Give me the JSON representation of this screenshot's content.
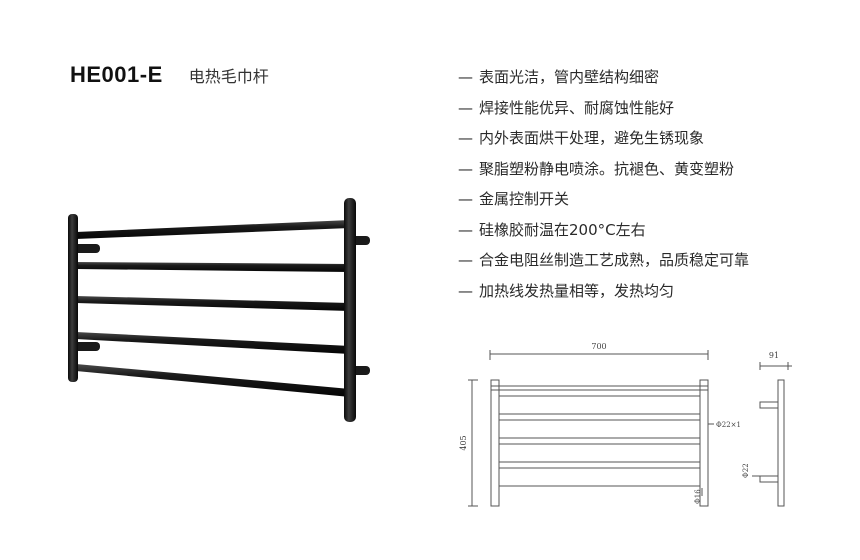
{
  "header": {
    "model": "HE001-E",
    "product_name": "电热毛巾杆"
  },
  "features": [
    "表面光洁，管内壁结构细密",
    "焊接性能优异、耐腐蚀性能好",
    "内外表面烘干处理，避免生锈现象",
    "聚脂塑粉静电喷涂。抗褪色、黄变塑粉",
    "金属控制开关",
    "硅橡胶耐温在200°C左右",
    "合金电阻丝制造工艺成熟，品质稳定可靠",
    "加热线发热量相等，发热均匀"
  ],
  "feature_dash": "—",
  "drawing": {
    "width_label": "700",
    "height_label": "405",
    "depth_label": "91",
    "bar_dia_label": "Φ22×1",
    "post_dia_label": "Φ16",
    "side_dia_label": "Φ22"
  },
  "colors": {
    "product_black": "#151515",
    "drawing_line": "#555555"
  }
}
